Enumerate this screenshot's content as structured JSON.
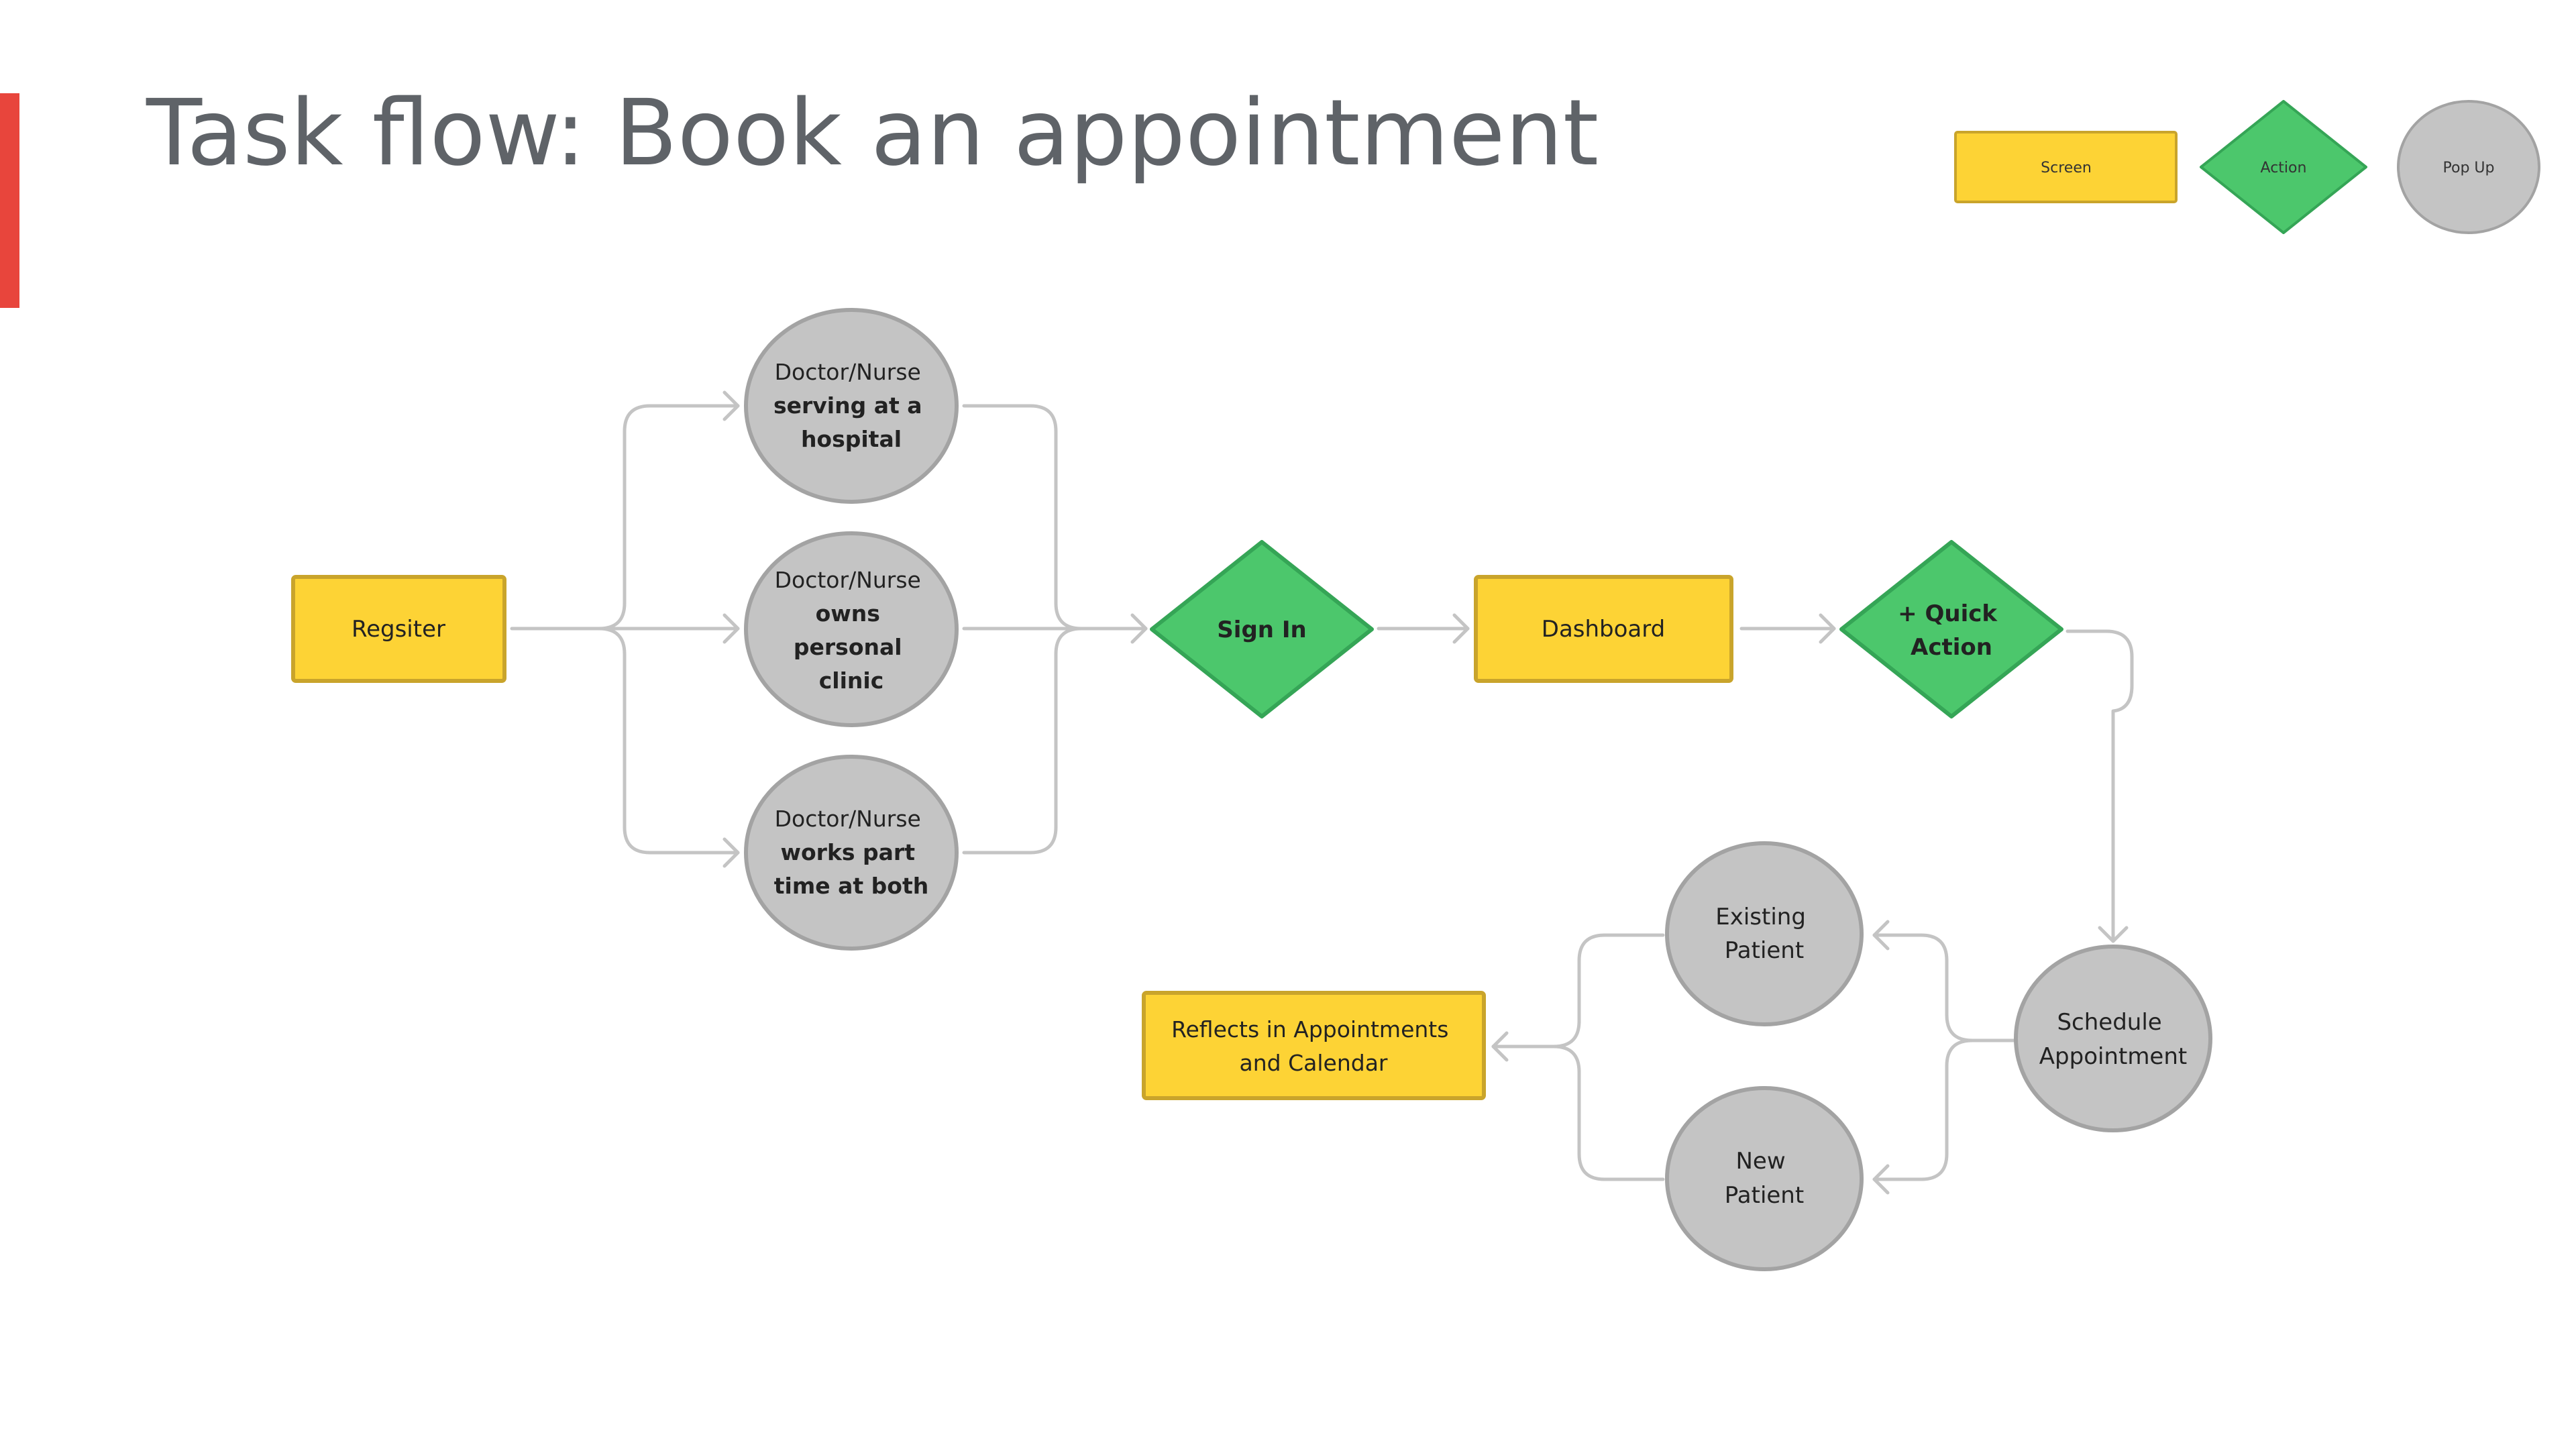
{
  "title": "Task flow: Book an appointment",
  "colors": {
    "screen": "#fdd335",
    "screen_border": "#c9a42b",
    "action": "#4cc76c",
    "action_border": "#35a556",
    "popup": "#c4c4c4",
    "popup_border": "#a3a3a3",
    "connector": "#c4c4c4",
    "accent": "#e8453c"
  },
  "legend": {
    "screen": "Screen",
    "action": "Action",
    "popup": "Pop Up"
  },
  "nodes": {
    "register": [
      "Regsiter"
    ],
    "hospital": [
      "Doctor/Nurse",
      "serving at a",
      "hospital"
    ],
    "clinic": [
      "Doctor/Nurse",
      "owns",
      "personal",
      "clinic"
    ],
    "both": [
      "Doctor/Nurse",
      "works part",
      "time at both"
    ],
    "signin": [
      "Sign In"
    ],
    "dashboard": [
      "Dashboard"
    ],
    "quick_action": [
      "+ Quick",
      "Action"
    ],
    "schedule": [
      "Schedule",
      "Appointment"
    ],
    "existing": [
      "Existing",
      "Patient"
    ],
    "new_patient": [
      "New",
      "Patient"
    ],
    "reflects": [
      "Reflects in Appointments",
      "and Calendar"
    ]
  }
}
